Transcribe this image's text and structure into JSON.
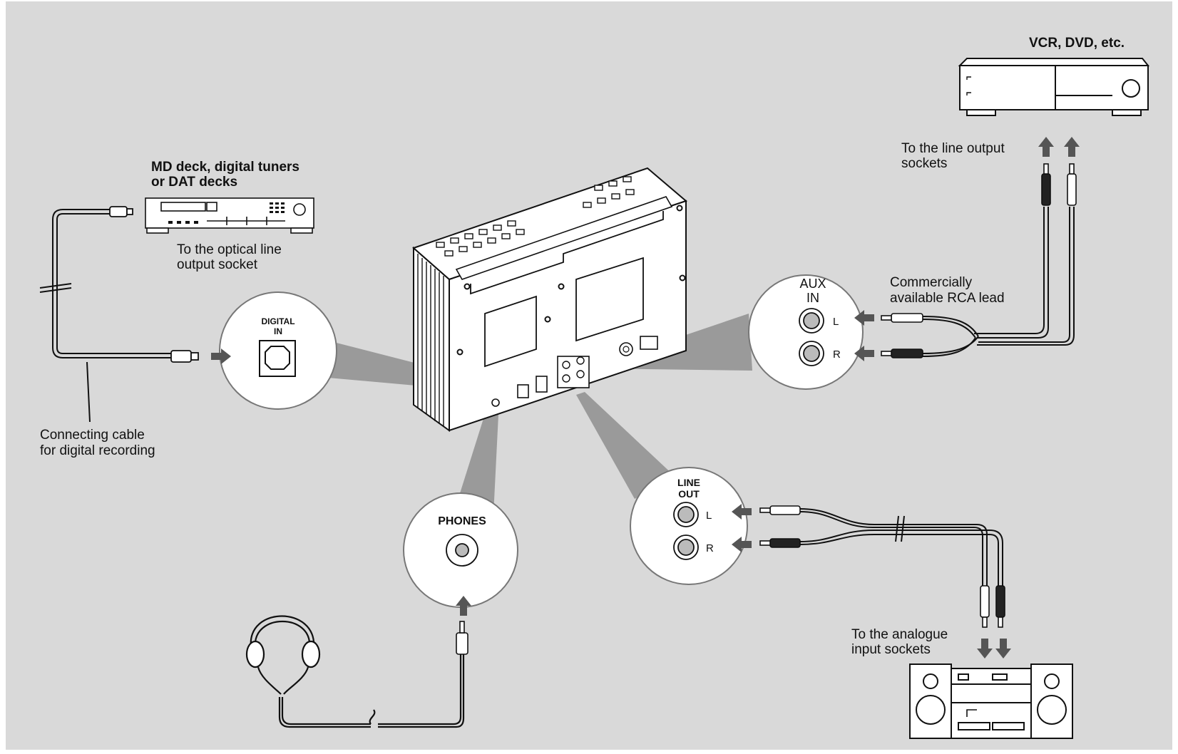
{
  "labels": {
    "vcr_title": "VCR, DVD, etc.",
    "vcr_sockets_1": "To the line output",
    "vcr_sockets_2": "sockets",
    "md_title_1": "MD deck, digital tuners",
    "md_title_2": "or DAT decks",
    "md_socket_1": "To the optical line",
    "md_socket_2": "output socket",
    "rca_1": "Commercially",
    "rca_2": "available RCA lead",
    "cable_1": "Connecting cable",
    "cable_2": "for digital recording",
    "analogue_1": "To the analogue",
    "analogue_2": "input sockets"
  },
  "jacks": {
    "digital_1": "DIGITAL",
    "digital_2": "IN",
    "aux_1": "AUX",
    "aux_2": "IN",
    "aux_l": "L",
    "aux_r": "R",
    "line_1": "LINE",
    "line_2": "OUT",
    "line_l": "L",
    "line_r": "R",
    "phones": "PHONES"
  },
  "colors": {
    "background": "#d9d9d9",
    "callout": "#9a9a9a",
    "arrow": "#555555",
    "line": "#111111"
  }
}
